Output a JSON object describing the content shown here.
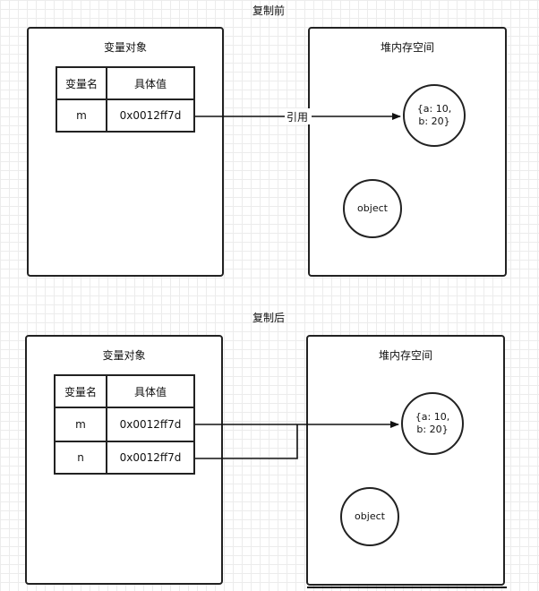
{
  "before": {
    "title": "复制前",
    "stack": {
      "title": "变量对象",
      "header_name": "变量名",
      "header_value": "具体值",
      "rows": [
        {
          "name": "m",
          "value": "0x0012ff7d"
        }
      ]
    },
    "heap": {
      "title": "堆内存空间",
      "obj_line1": "{a: 10,",
      "obj_line2": "b: 20}",
      "object_label": "object"
    },
    "arrow_label": "引用"
  },
  "after": {
    "title": "复制后",
    "stack": {
      "title": "变量对象",
      "header_name": "变量名",
      "header_value": "具体值",
      "rows": [
        {
          "name": "m",
          "value": "0x0012ff7d"
        },
        {
          "name": "n",
          "value": "0x0012ff7d"
        }
      ]
    },
    "heap": {
      "title": "堆内存空间",
      "obj_line1": "{a: 10,",
      "obj_line2": "b: 20}",
      "object_label": "object"
    }
  }
}
